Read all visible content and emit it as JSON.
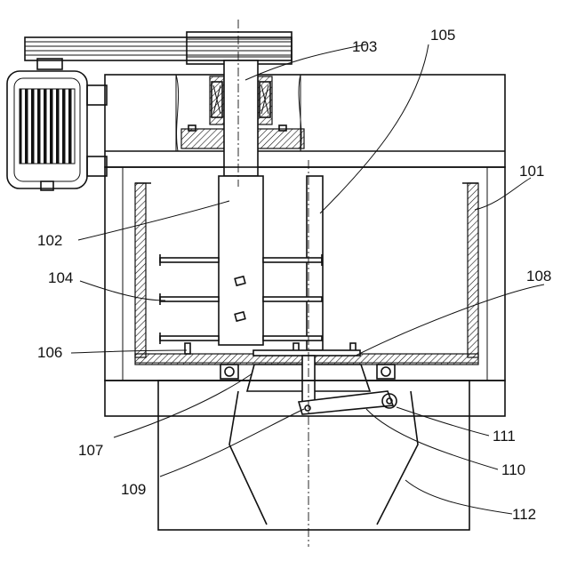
{
  "labels": {
    "l101": "101",
    "l102": "102",
    "l103": "103",
    "l104": "104",
    "l105": "105",
    "l106": "106",
    "l107": "107",
    "l108": "108",
    "l109": "109",
    "l110": "110",
    "l111": "111",
    "l112": "112"
  },
  "colors": {
    "ink": "#111111",
    "paper": "#ffffff"
  }
}
